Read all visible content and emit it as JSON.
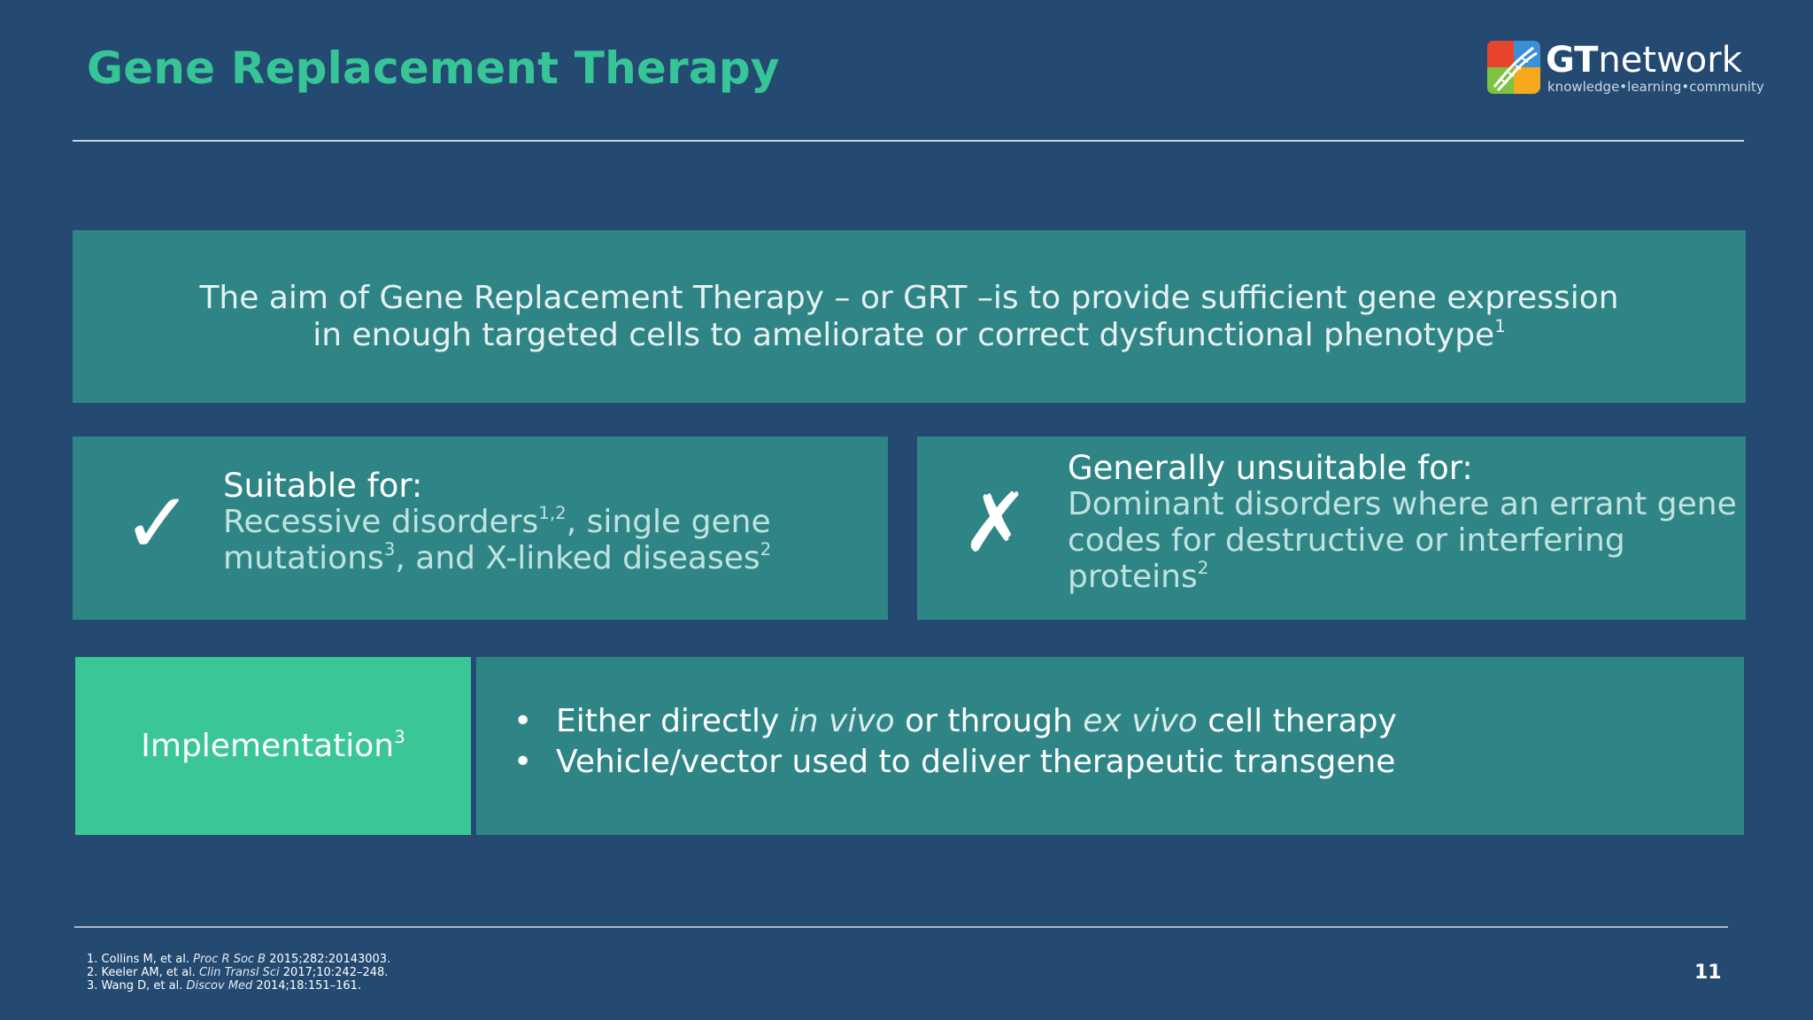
{
  "slide": {
    "title": "Gene Replacement Therapy",
    "page_number": "11"
  },
  "logo": {
    "brand_bold": "GT",
    "brand_rest": "network",
    "tagline": "knowledge•learning•community",
    "colors": [
      "#e8432b",
      "#f7a81b",
      "#3a8fd6",
      "#7dc242"
    ]
  },
  "aim": {
    "line1": "The aim of Gene Replacement Therapy – or GRT –is to provide sufficient gene expression",
    "line2": "in enough targeted cells to ameliorate or correct dysfunctional phenotype",
    "sup": "1"
  },
  "suitable": {
    "icon": "check-mark-icon",
    "heading": "Suitable for:",
    "text1": "Recessive disorders",
    "sup1": "1,2",
    "text2": ", single gene mutations",
    "sup2": "3",
    "text3": ", and X-linked diseases",
    "sup3": "2"
  },
  "unsuitable": {
    "icon": "cross-mark-icon",
    "heading": "Generally unsuitable for:",
    "text": "Dominant disorders where an errant gene codes for destructive or interfering proteins",
    "sup": "2"
  },
  "implementation": {
    "label": "Implementation",
    "sup": "3",
    "bullet1": {
      "a": "Either directly ",
      "b_italic": "in vivo",
      "c": " or through ",
      "d_italic": "ex vivo",
      "e": " cell therapy"
    },
    "bullet2": "Vehicle/vector used to deliver therapeutic transgene"
  },
  "references": [
    {
      "authors": "1. Collins M, et al. ",
      "journal": "Proc R Soc B",
      "details": " 2015;282:20143003."
    },
    {
      "authors": "2. Keeler AM, et al. ",
      "journal": "Clin Transl Sci",
      "details": " 2017;10:242–248."
    },
    {
      "authors": "3. Wang D, et al. ",
      "journal": "Discov Med",
      "details": " 2014;18:151–161."
    }
  ],
  "colors": {
    "background": "#244a72",
    "title_green": "#37c598",
    "teal_box": "#2f8586",
    "implementation_green": "#3ac695"
  }
}
